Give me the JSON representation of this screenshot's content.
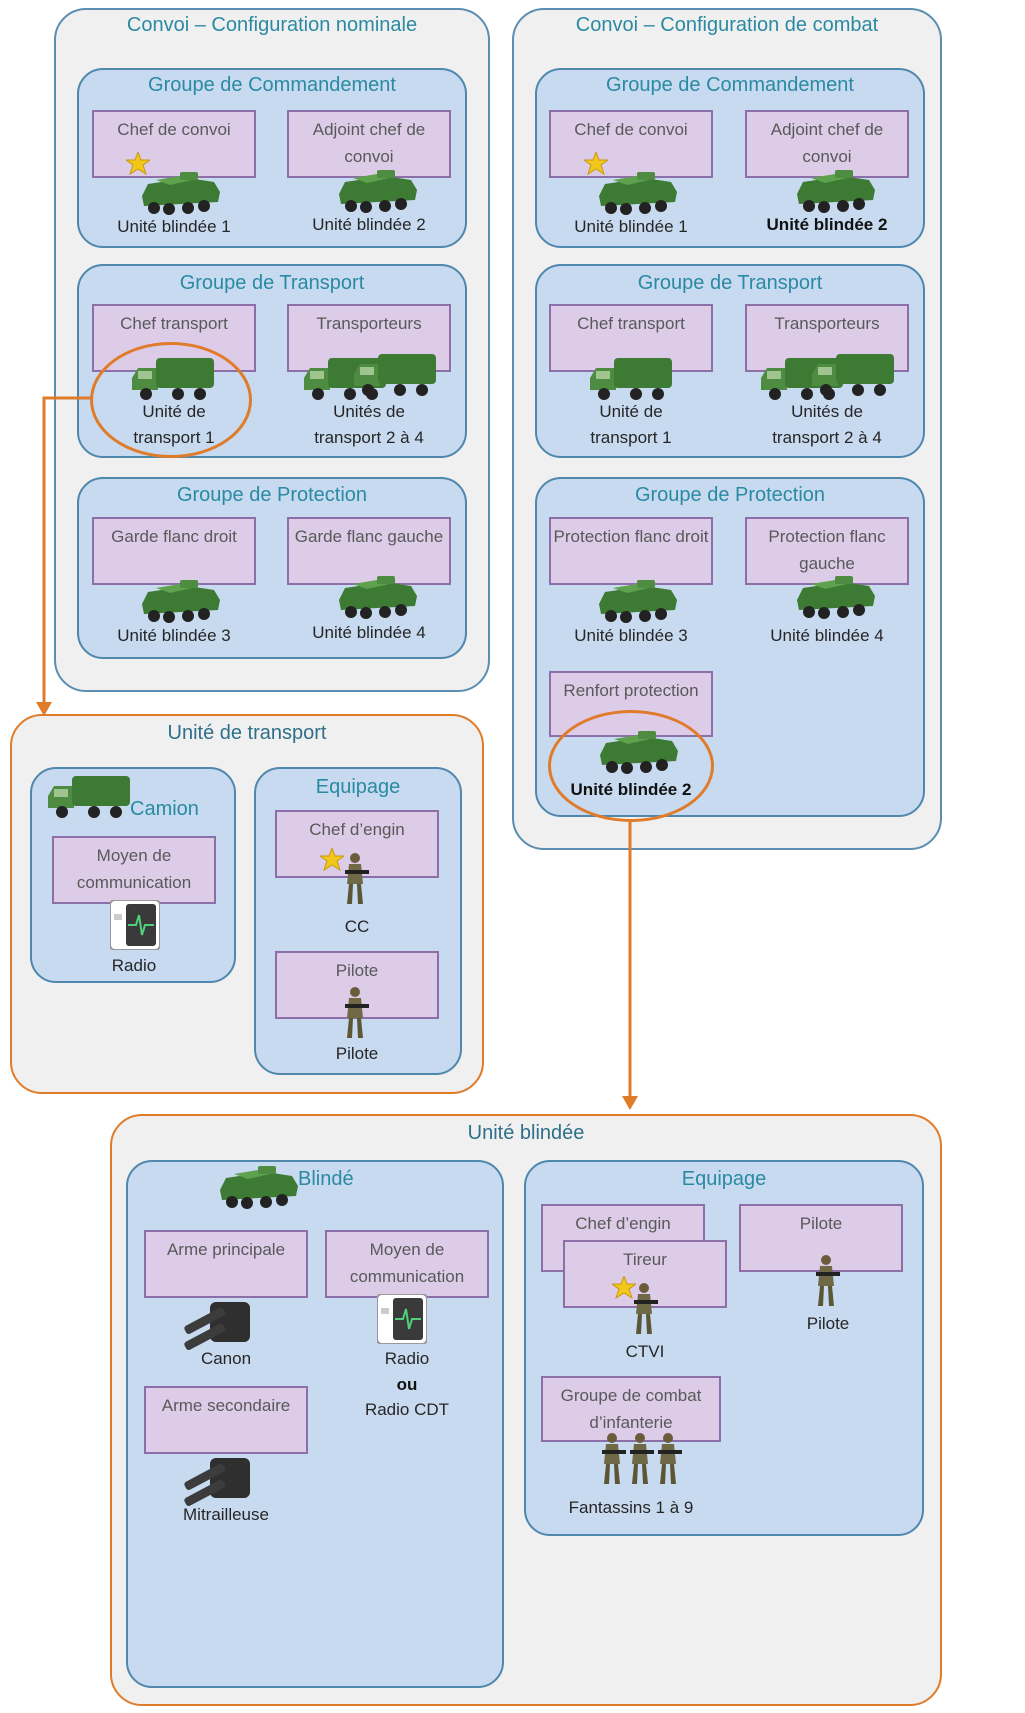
{
  "nominal": {
    "title": "Convoi – Configuration nominale",
    "cmd": {
      "title": "Groupe de Commandement",
      "r1": "Chef de convoi",
      "r2": "Adjoint chef de convoi",
      "l1": "Unité blindée 1",
      "l2": "Unité blindée 2"
    },
    "tr": {
      "title": "Groupe de Transport",
      "r1": "Chef transport",
      "r2": "Transporteurs",
      "l1a": "Unité de",
      "l1b": "transport 1",
      "l2a": "Unités de",
      "l2b": "transport 2 à 4"
    },
    "pr": {
      "title": "Groupe de Protection",
      "r1": "Garde flanc droit",
      "r2": "Garde flanc gauche",
      "l1": "Unité blindée 3",
      "l2": "Unité blindée 4"
    }
  },
  "combat": {
    "title": "Convoi – Configuration de combat",
    "cmd": {
      "title": "Groupe de Commandement",
      "r1": "Chef de convoi",
      "r2": "Adjoint chef de convoi",
      "l1": "Unité blindée 1",
      "l2": "Unité blindée 2"
    },
    "tr": {
      "title": "Groupe de Transport",
      "r1": "Chef transport",
      "r2": "Transporteurs",
      "l1a": "Unité de",
      "l1b": "transport 1",
      "l2a": "Unités de",
      "l2b": "transport 2 à 4"
    },
    "pr": {
      "title": "Groupe de Protection",
      "r1": "Protection flanc droit",
      "r2": "Protection flanc gauche",
      "l1": "Unité blindée 3",
      "l2": "Unité blindée 4",
      "r3": "Renfort protection",
      "l3": "Unité blindée 2"
    }
  },
  "transport": {
    "title": "Unité de transport",
    "camion": "Camion",
    "comm": "Moyen de communication",
    "radio": "Radio",
    "equipage": "Equipage",
    "chef": "Chef d’engin",
    "cc": "CC",
    "pilote_role": "Pilote",
    "pilote": "Pilote"
  },
  "blindee": {
    "title": "Unité blindée",
    "blinde": "Blindé",
    "arme1": "Arme principale",
    "canon": "Canon",
    "comm": "Moyen de communication",
    "radio": "Radio",
    "ou": "ou",
    "radio_cdt": "Radio CDT",
    "arme2": "Arme secondaire",
    "mitrailleuse": "Mitrailleuse",
    "equipage": "Equipage",
    "chef": "Chef d’engin",
    "tireur": "Tireur",
    "ctvi": "CTVI",
    "pilote_role": "Pilote",
    "pilote": "Pilote",
    "gci": "Groupe de combat d’infanterie",
    "fantassins": "Fantassins 1 à 9"
  },
  "colors": {
    "outer_blue": "#5b8eb0",
    "outer_orange": "#e07b2a",
    "group_fill": "#c7daf0",
    "role_fill": "#dccce8",
    "title": "#2a8aa3",
    "vehicle": "#3f7a35",
    "star": "#f3c61c"
  }
}
